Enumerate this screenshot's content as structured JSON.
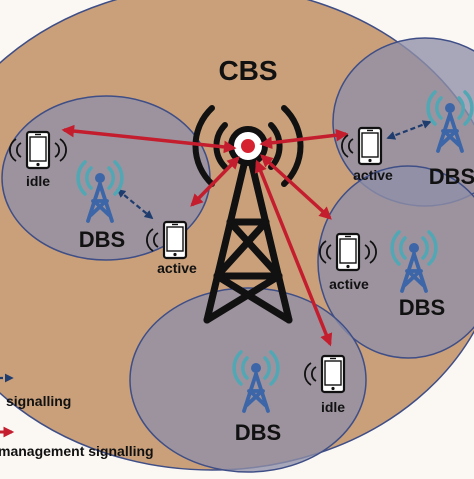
{
  "labels": {
    "cbs": "CBS",
    "dbs_left": "DBS",
    "dbs_right_top": "DBS",
    "dbs_right_mid": "DBS",
    "dbs_bottom": "DBS",
    "idle_left": "idle",
    "idle_bottom": "idle",
    "active_left": "active",
    "active_right_top": "active",
    "active_right_mid": "active"
  },
  "legend": {
    "signalling_label": "signalling",
    "management_label": "management signalling"
  },
  "colors": {
    "macro_cell": "#c9a07a",
    "small_cell": "#8f8fa8",
    "small_cell_edge": "#3f4e86",
    "tower": "#111111",
    "cbs_hub": "#d62230",
    "dbs_tower": "#3c66a8",
    "dbs_waves": "#52a7b5",
    "management_arrow": "#c41e2e",
    "signalling_arrow": "#1f3c6e"
  }
}
